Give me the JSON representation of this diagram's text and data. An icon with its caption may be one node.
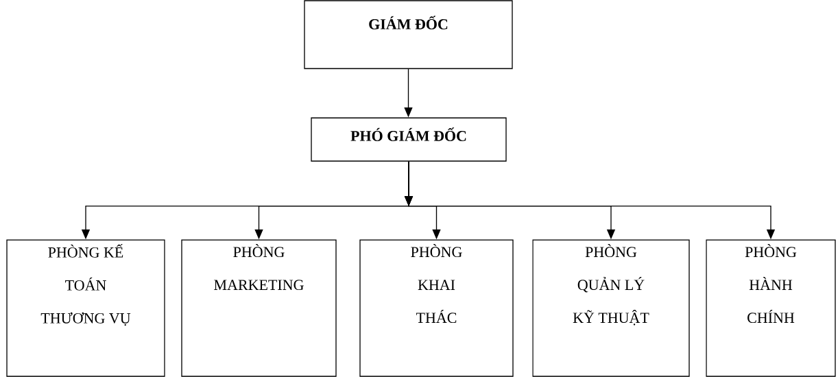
{
  "diagram": {
    "nodes": [
      {
        "text": [
          "GIÁM ĐỐC"
        ]
      },
      {
        "text": [
          "PHÓ GIÁM ĐỐC"
        ]
      },
      {
        "text": [
          "PHÒNG KẾ TOÁN THƯƠNG VỤ"
        ]
      },
      {
        "text": [
          "PHÒNG MARKETING"
        ]
      },
      {
        "text": [
          "PHÒNG KHAI THÁC"
        ]
      },
      {
        "text": [
          "PHÒNG QUẢN LÝ KỸ THUẬT"
        ]
      },
      {
        "text": [
          "PHÒNG HÀNH CHÍNH"
        ]
      }
    ],
    "edges": [
      {
        "from": 0,
        "to": 1,
        "arrow": "to"
      },
      {
        "from": 1,
        "to": 2,
        "arrow": "to"
      },
      {
        "from": 1,
        "to": 3,
        "arrow": "to"
      },
      {
        "from": 1,
        "to": 4,
        "arrow": "to"
      },
      {
        "from": 1,
        "to": 5,
        "arrow": "to"
      },
      {
        "from": 1,
        "to": 6,
        "arrow": "to"
      }
    ]
  }
}
